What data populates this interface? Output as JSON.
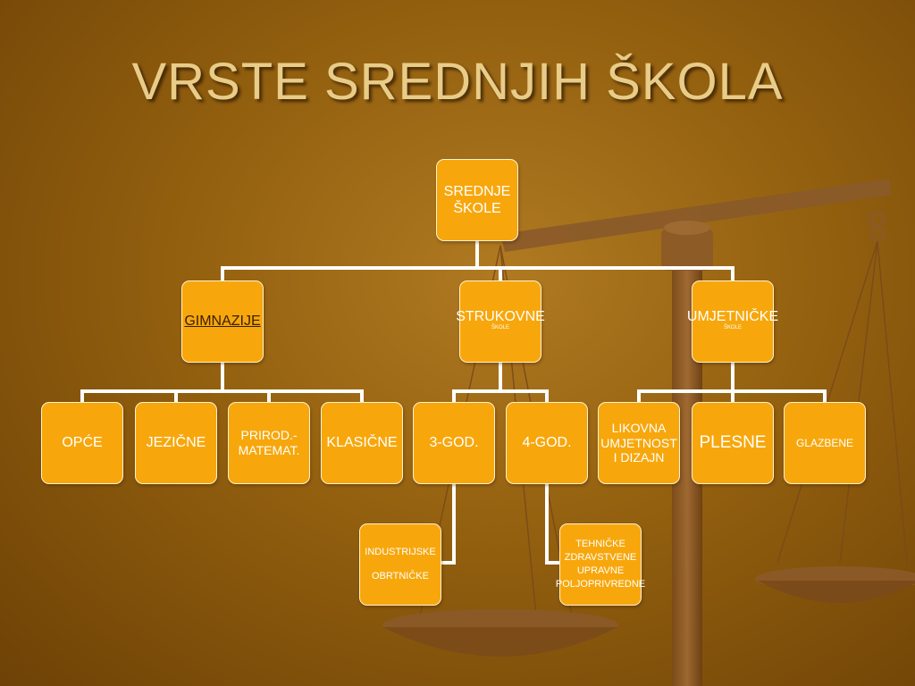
{
  "title": "VRSTE SREDNJIH ŠKOLA",
  "root": {
    "line1": "SREDNJE",
    "line2": "ŠKOLE"
  },
  "gimnazije": {
    "label": "GIMNAZIJE"
  },
  "strukovne": {
    "label": "STRUKOVNE",
    "sub": "ŠKOLE"
  },
  "umjetnicke": {
    "label": "UMJETNIČKE",
    "sub": "ŠKOLE"
  },
  "gimnazije_children": {
    "opce": "OPĆE",
    "jezicne": "JEZIČNE",
    "prirod_1": "PRIROD.-",
    "prirod_2": "MATEMAT.",
    "klasicne": "KLASIČNE"
  },
  "strukovne_children": {
    "god3": "3-GOD.",
    "god4": "4-GOD."
  },
  "umjetnicke_children": {
    "likovna_1": "LIKOVNA",
    "likovna_2": "UMJETNOST",
    "likovna_3": "I DIZAJN",
    "plesne": "PLESNE",
    "glazbene": "GLAZBENE"
  },
  "god3_child": {
    "line1": "INDUSTRIJSKE",
    "line2": "OBRTNIČKE"
  },
  "god4_child": {
    "line1": "TEHNIČKE",
    "line2": "ZDRAVSTVENE",
    "line3": "UPRAVNE",
    "line4": "POLJOPRIVREDNE"
  },
  "colors": {
    "node_fill": "#f7a70c",
    "node_border": "#fff2cf",
    "connector": "#ffffff",
    "title": "#e8cc88",
    "background": "#93600f"
  }
}
